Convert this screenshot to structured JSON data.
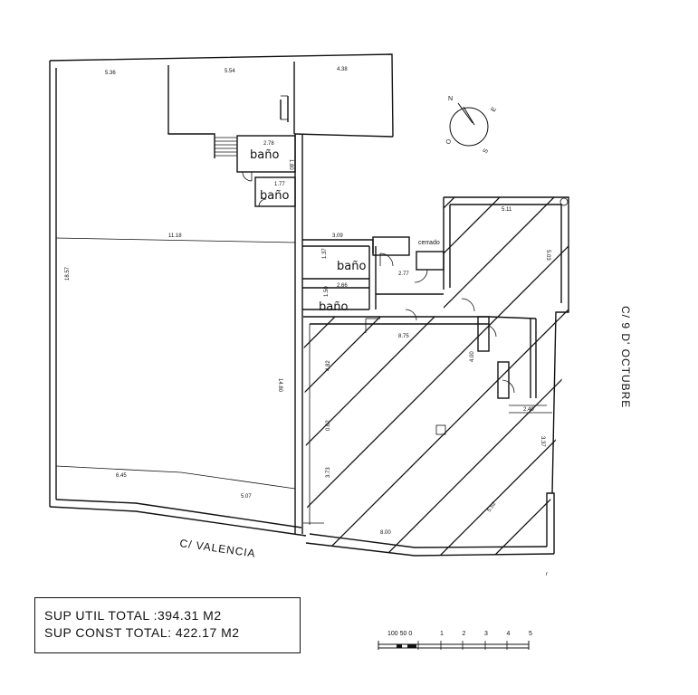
{
  "dimensions": {
    "d_5_36": "5.36",
    "d_5_54": "5.54",
    "d_4_38": "4.38",
    "d_2_78": "2.78",
    "d_1_80": "1.80",
    "d_1_77": "1.77",
    "d_11_18": "11.18",
    "d_18_57": "18.57",
    "d_14_80": "14.80",
    "d_6_45": "6.45",
    "d_5_07": "5.07",
    "d_3_09": "3.09",
    "d_1_37": "1.37",
    "d_2_77": "2.77",
    "d_2_66": "2.66",
    "d_1_50": "1.50",
    "d_5_11": "5.11",
    "d_5_03": "5.03",
    "d_8_75": "8.75",
    "d_4_82": "4.82",
    "d_4_00": "4.00",
    "d_0_62": "0.62",
    "d_3_73": "3.73",
    "d_2_40": "2.40",
    "d_3_37": "3.37",
    "d_5_52": "5.52",
    "d_8_00": "8.00"
  },
  "rooms": {
    "bano_1": "baño",
    "bano_2": "baño",
    "bano_3": "baño",
    "bano_4": "baño",
    "cerrado": "cerrado"
  },
  "streets": {
    "valencia": "C/ VALENCIA",
    "nueve_octubre": "C/ 9 D' OCTUBRE"
  },
  "compass": {
    "n": "N",
    "e": "E",
    "s": "S",
    "o": "O"
  },
  "areas": {
    "util": "SUP UTIL TOTAL :394.31 M2",
    "const": "SUP CONST TOTAL: 422.17 M2"
  },
  "scale": {
    "left_label": "100 50 0",
    "marks": [
      "1",
      "2",
      "3",
      "4",
      "5"
    ]
  },
  "corner_mark": "r"
}
